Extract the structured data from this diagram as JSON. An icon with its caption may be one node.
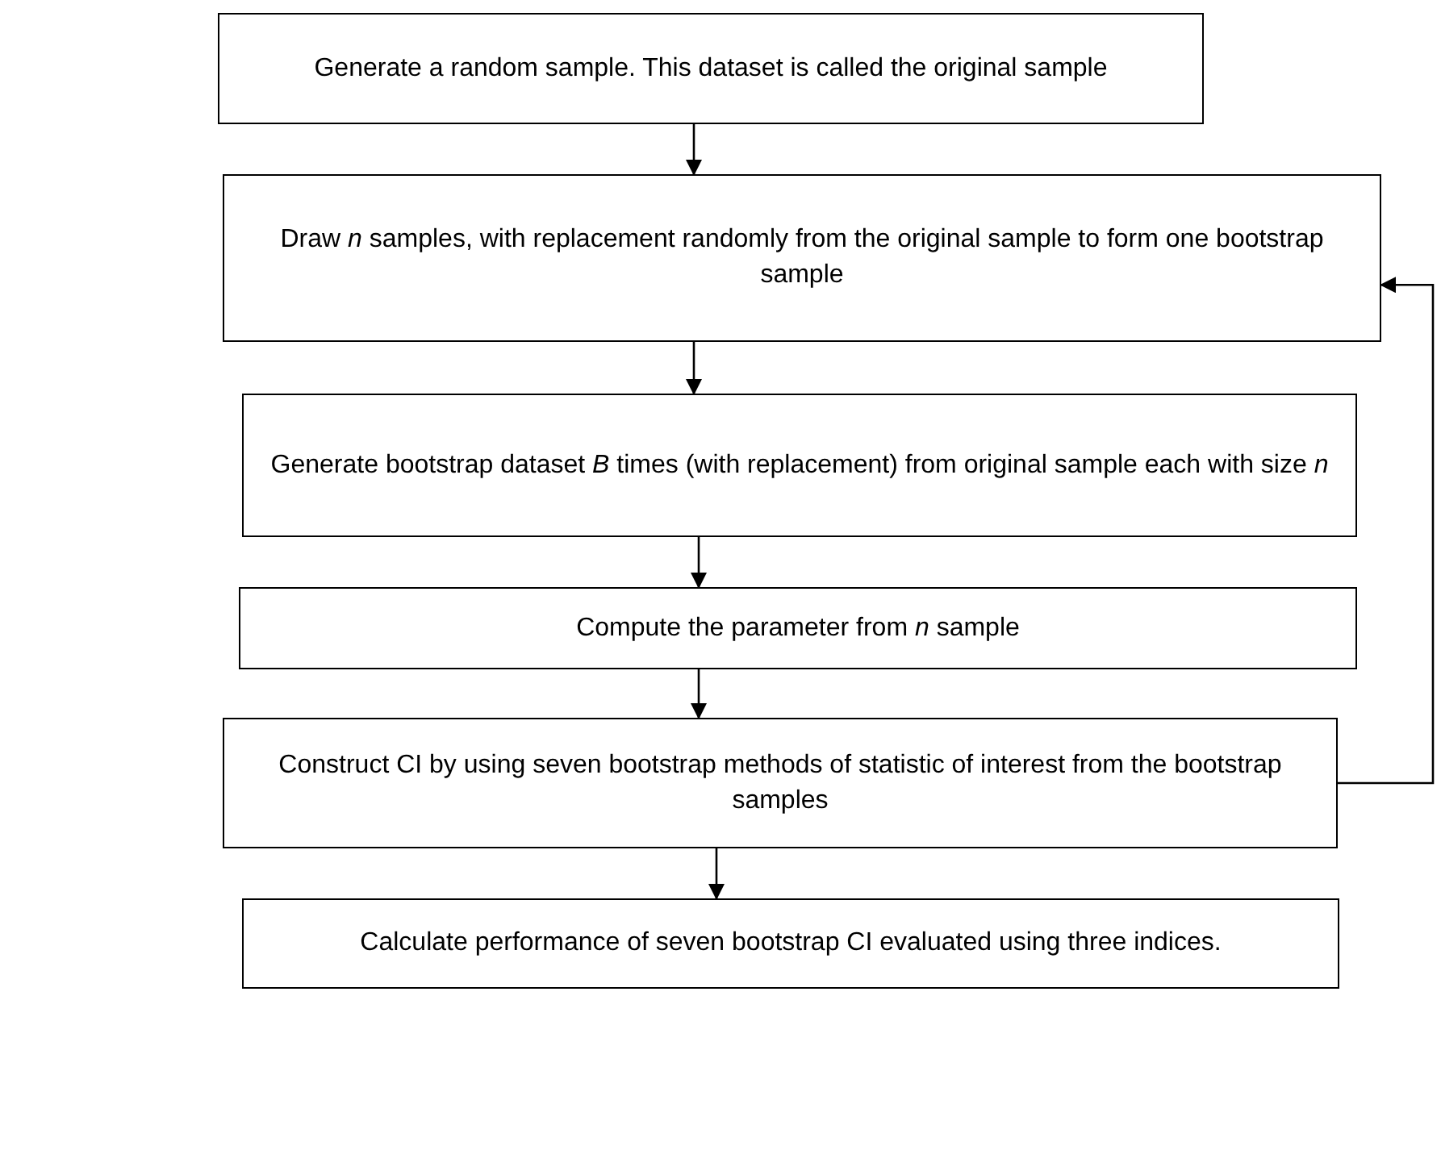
{
  "diagram": {
    "nodes": [
      {
        "text": [
          "Generate a random sample. This dataset is called the original sample"
        ]
      },
      {
        "text": [
          "Draw *n* samples, with replacement randomly from the original sample to form one bootstrap sample"
        ]
      },
      {
        "text": [
          "Generate bootstrap dataset *B* times (with replacement) from original sample each with size *n*"
        ]
      },
      {
        "text": [
          "Compute the parameter from *n* sample"
        ]
      },
      {
        "text": [
          "Construct CI by using seven bootstrap methods of statistic of interest from the bootstrap samples"
        ]
      },
      {
        "text": [
          "Calculate performance of seven bootstrap CI evaluated using three indices."
        ]
      }
    ],
    "edges": [
      {
        "from": 0,
        "to": 1,
        "arrow": "to"
      },
      {
        "from": 1,
        "to": 2,
        "arrow": "to"
      },
      {
        "from": 2,
        "to": 3,
        "arrow": "to"
      },
      {
        "from": 3,
        "to": 4,
        "arrow": "to"
      },
      {
        "from": 4,
        "to": 5,
        "arrow": "to"
      },
      {
        "from": 4,
        "to": 1,
        "arrow": "to"
      }
    ]
  }
}
